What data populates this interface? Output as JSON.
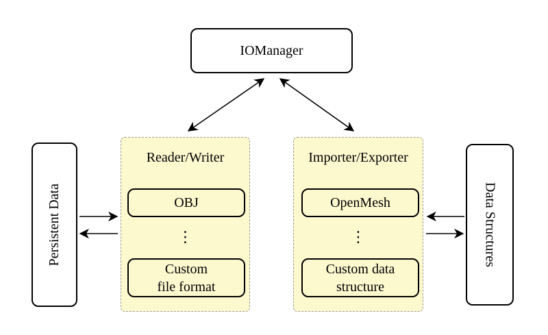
{
  "nodes": {
    "io_manager": "IOManager",
    "persistent_data": "Persistent Data",
    "data_structures": "Data Structures",
    "reader_writer": {
      "title": "Reader/Writer",
      "item_top": "OBJ",
      "ellipsis": "⋮",
      "item_bottom": "Custom\nfile format"
    },
    "importer_exporter": {
      "title": "Importer/Exporter",
      "item_top": "OpenMesh",
      "ellipsis": "⋮",
      "item_bottom": "Custom data\nstructure"
    }
  },
  "colors": {
    "panel_fill": "#FCF9CF",
    "panel_border": "#999999",
    "node_fill": "#FFFFFF",
    "arrow": "#000000"
  }
}
